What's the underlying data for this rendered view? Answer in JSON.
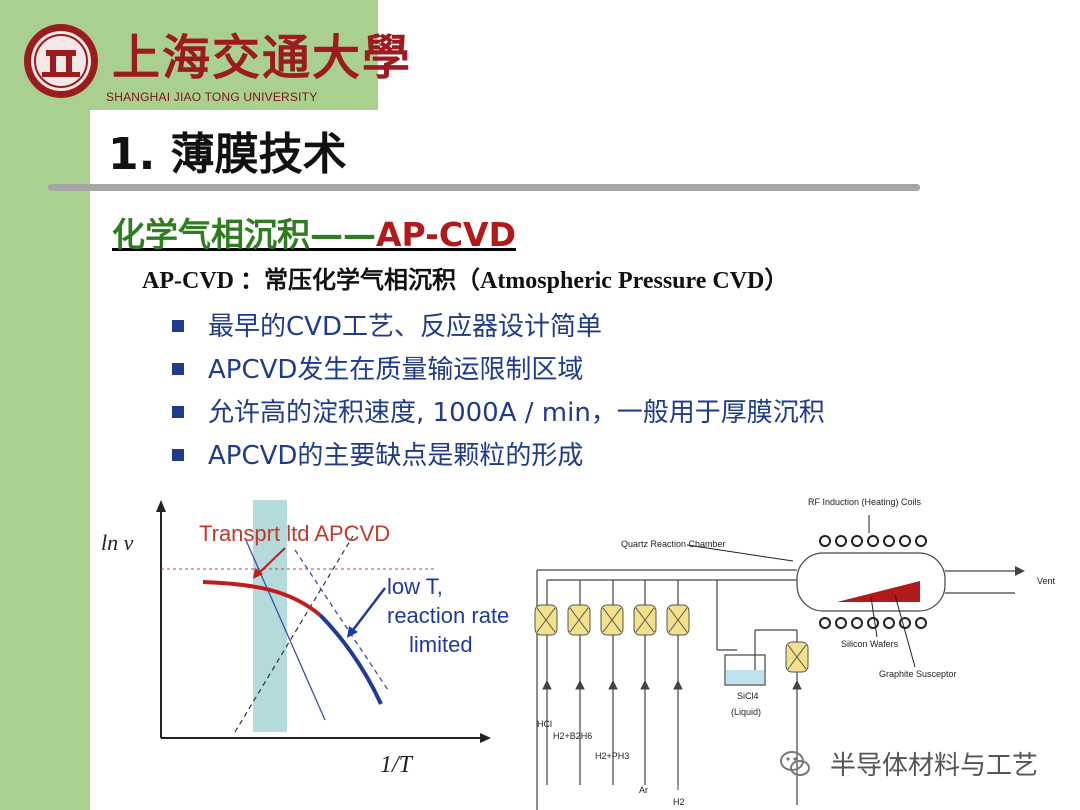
{
  "header": {
    "university_cn": "上海交通大學",
    "university_en": "SHANGHAI JIAO TONG UNIVERSITY"
  },
  "slide": {
    "title": "1. 薄膜技术",
    "section_heading_green": "化学气相沉积——",
    "section_heading_red": "AP-CVD",
    "definition_term": "AP-CVD ：",
    "definition_cn": "常压化学气相沉积（",
    "definition_en": "Atmospheric Pressure CVD",
    "definition_close": "）",
    "bullets": [
      "最早的CVD工艺、反应器设计简单",
      "APCVD发生在质量输运限制区域",
      "允许高的淀积速度, 1000A / min，一般用于厚膜沉积",
      "APCVD的主要缺点是颗粒的形成"
    ]
  },
  "plot": {
    "y_label": "ln v",
    "x_label": "1/T",
    "annotation_transport": "Transprt ltd APCVD",
    "annotation_low_t": [
      "low T,",
      "reaction rate",
      "limited"
    ]
  },
  "apparatus": {
    "labels": {
      "rf_coils": "RF Induction (Heating) Coils",
      "chamber": "Quartz Reaction Chamber",
      "vent": "Vent",
      "wafers": "Silicon Wafers",
      "susceptor": "Graphite Susceptor",
      "hcl": "HCl",
      "h2_b2h6": "H2+B2H6",
      "h2_ph3": "H2+PH3",
      "ar": "Ar",
      "h2": "H2",
      "sicl4": "SiCl4",
      "liquid": "(Liquid)"
    }
  },
  "watermark": {
    "text": "半导体材料与工艺",
    "icon": "wechat-icon"
  },
  "colors": {
    "sidebar": "#a9d08e",
    "heading_green": "#2e7d1e",
    "heading_red": "#b01a1a",
    "bullet_blue": "#1f3b8c"
  }
}
